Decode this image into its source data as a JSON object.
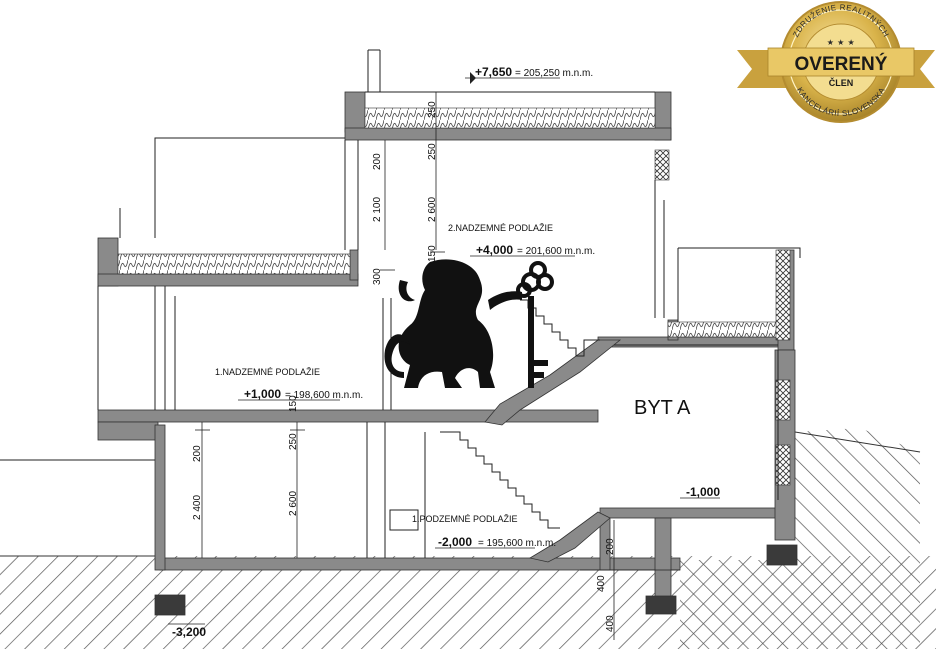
{
  "floors": {
    "second": "2.NADZEMNÉ PODLAŽIE",
    "first": "1.NADZEMNÉ PODLAŽIE",
    "basement": "1.PODZEMNÉ PODLAŽIE"
  },
  "unit_label": "BYT A",
  "levels": {
    "roof": {
      "value": "+7,650",
      "note": "= 205,250 m.n.m."
    },
    "second": {
      "value": "+4,000",
      "note": "= 201,600 m.n.m."
    },
    "first": {
      "value": "+1,000",
      "note": "= 198,600 m.n.m."
    },
    "mid": {
      "value": "-1,000"
    },
    "basement": {
      "value": "-2,000",
      "note": "= 195,600 m.n.m."
    },
    "footing": {
      "value": "-3,200"
    }
  },
  "dimensions": {
    "d1": "200",
    "d2": "250",
    "d3": "2 100",
    "d4": "2 600",
    "d5": "150",
    "d6": "300",
    "d7": "150",
    "d8": "200",
    "d9": "250",
    "d10": "2 400",
    "d11": "2 600",
    "d12": "200",
    "d13": "400",
    "d14": "400",
    "d15": "250"
  },
  "badge": {
    "top_text": "ZDRUŽENIE REALITNÝCH",
    "main": "OVERENÝ",
    "sub": "ČLEN",
    "bottom_text": "KANCELÁRIÍ SLOVENSKA",
    "stars": "★ ★ ★"
  },
  "colors": {
    "wall": "#8a8a8a",
    "gold": "#d9b34a",
    "ink": "#111111"
  }
}
